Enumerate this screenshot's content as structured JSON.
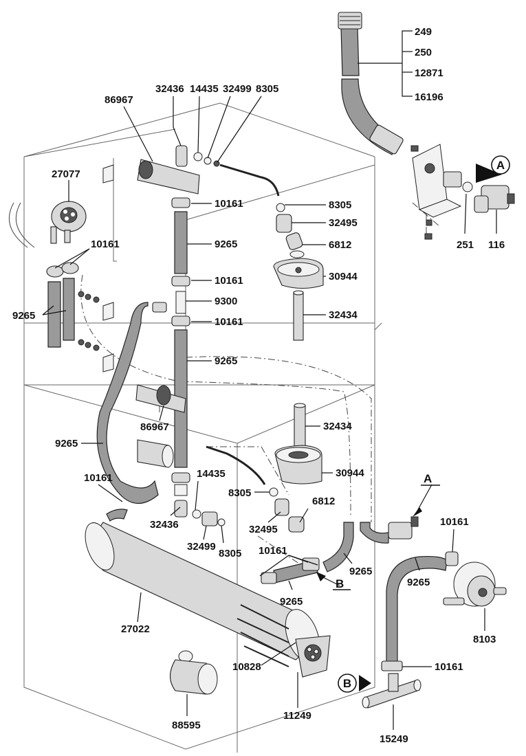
{
  "labels": {
    "p249": "249",
    "p250": "250",
    "p12871": "12871",
    "p16196": "16196",
    "p251": "251",
    "p116": "116",
    "marker_a_top": "A",
    "p32436_top": "32436",
    "p14435_top": "14435",
    "p32499_top": "32499",
    "p8305_top": "8305",
    "p86967_top": "86967",
    "p27077": "27077",
    "p10161_a": "10161",
    "p8305_b": "8305",
    "p32495_top": "32495",
    "p6812_top": "6812",
    "p10161_left": "10161",
    "p9265_a": "9265",
    "p30944_top": "30944",
    "p10161_b": "10161",
    "p9265_left": "9265",
    "p9300": "9300",
    "p10161_c": "10161",
    "p32434_top": "32434",
    "p9265_b": "9265",
    "p86967_mid": "86967",
    "p32434_mid": "32434",
    "p9265_c": "9265",
    "p30944_mid": "30944",
    "p14435_mid": "14435",
    "p10161_d": "10161",
    "p8305_c": "8305",
    "p6812_mid": "6812",
    "p32436_mid": "32436",
    "p32495_mid": "32495",
    "marker_a_mid": "A",
    "p32499_mid": "32499",
    "p8305_d": "8305",
    "p10161_e": "10161",
    "p10161_f": "10161",
    "p9265_d": "9265",
    "marker_b_mid": "B",
    "p9265_e": "9265",
    "p9265_f": "9265",
    "p27022": "27022",
    "p8103": "8103",
    "p10828": "10828",
    "p10161_g": "10161",
    "marker_b_bottom": "B",
    "p11249": "11249",
    "p88595": "88595",
    "p15249": "15249"
  }
}
